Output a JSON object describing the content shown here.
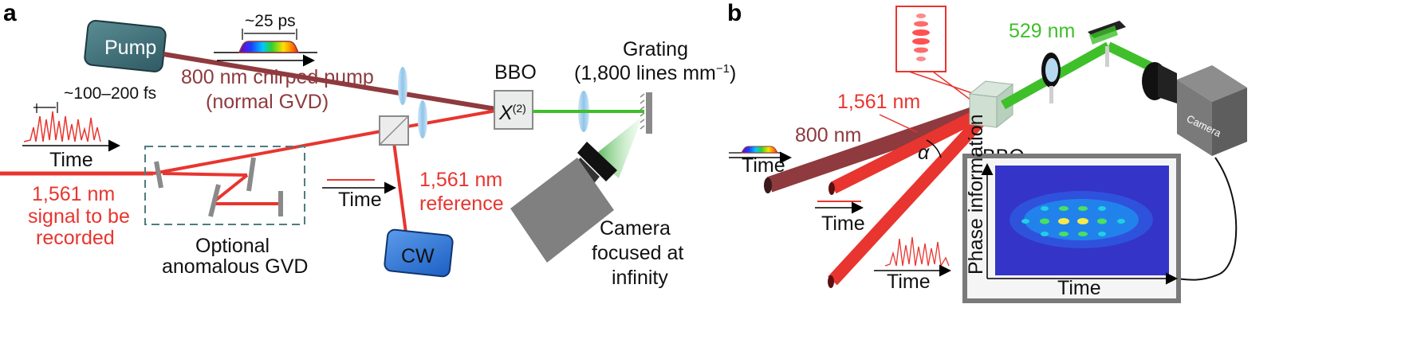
{
  "panel_a": {
    "letter": "a",
    "pump_box": "Pump",
    "pump_duration": "~25 ps",
    "pump_desc_1": "800 nm chirped pump",
    "pump_desc_2": "(normal GVD)",
    "bbo_label": "BBO",
    "chi2_base": "X",
    "chi2_sup": "(2)",
    "grating_1": "Grating",
    "grating_2": "(1,800 lines mm",
    "grating_sup": "−1",
    "grating_end": ")",
    "signal_fs": "~100–200 fs",
    "time_1": "Time",
    "signal_1": "1,561 nm",
    "signal_2": "signal to be",
    "signal_3": "recorded",
    "optional_1": "Optional",
    "optional_2": "anomalous GVD",
    "time_2": "Time",
    "ref_1": "1,561 nm",
    "ref_2": "reference",
    "cw_box": "CW",
    "camera_1": "Camera",
    "camera_2": "focused at",
    "camera_3": "infinity"
  },
  "panel_b": {
    "letter": "b",
    "green_label": "529 nm",
    "red_label": "1,561 nm",
    "pump_label": "800 nm",
    "bbo_label": "BBO",
    "alpha": "α",
    "time_1": "Time",
    "time_2": "Time",
    "time_3": "Time",
    "camera_text": "Camera",
    "inset_ylabel": "Phase information",
    "inset_xlabel": "Time"
  },
  "colors": {
    "signal_red": "#e8352f",
    "pump_dark_red": "#8e3a3e",
    "green_beam": "#3fbf2a",
    "box_gray": "#808080"
  }
}
